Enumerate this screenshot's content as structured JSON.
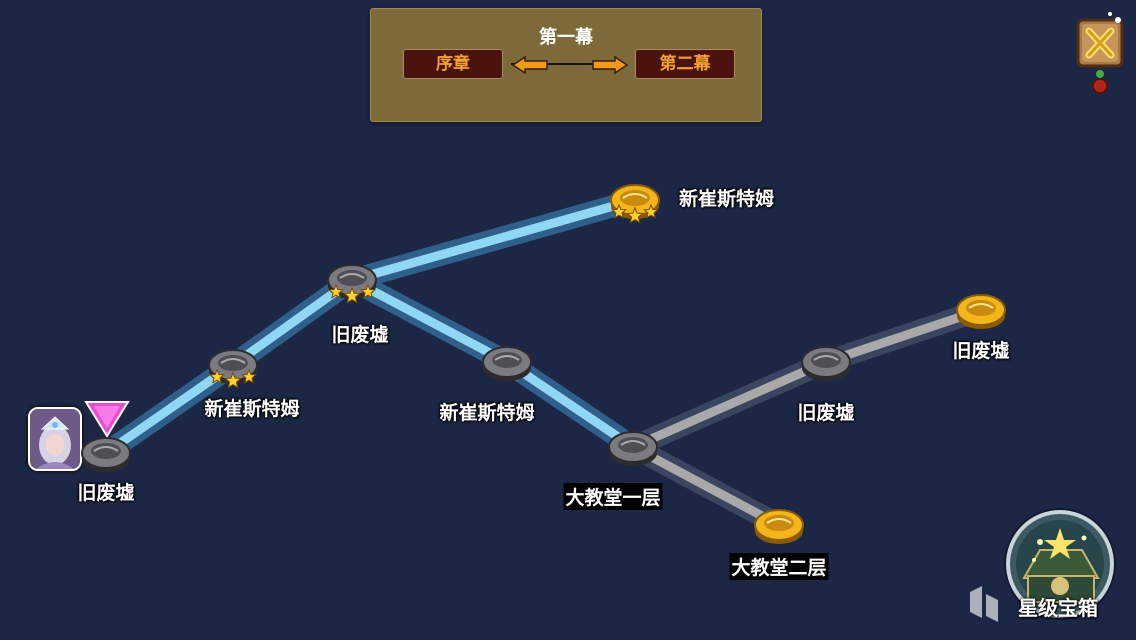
{
  "header": {
    "act_title": "第一幕",
    "prev_chapter": "序章",
    "next_chapter": "第二幕"
  },
  "stages": [
    {
      "id": "n1",
      "label": "旧废墟",
      "state": "cleared",
      "stars": 0,
      "current": true
    },
    {
      "id": "n2",
      "label": "新崔斯特姆",
      "state": "cleared",
      "stars": 3
    },
    {
      "id": "n3",
      "label": "旧废墟",
      "state": "cleared",
      "stars": 3
    },
    {
      "id": "n4",
      "label": "新崔斯特姆",
      "state": "gold",
      "stars": 3
    },
    {
      "id": "n5",
      "label": "新崔斯特姆",
      "state": "cleared",
      "stars": 0
    },
    {
      "id": "n6",
      "label": "大教堂一层",
      "state": "cleared",
      "stars": 0
    },
    {
      "id": "n7",
      "label": "旧废墟",
      "state": "locked",
      "stars": 0
    },
    {
      "id": "n8",
      "label": "旧废墟",
      "state": "gold",
      "stars": 0
    },
    {
      "id": "n9",
      "label": "大教堂二层",
      "state": "gold",
      "stars": 0
    }
  ],
  "reward_chest": {
    "label": "星级宝箱"
  },
  "colors": {
    "background": "#1b2744",
    "path_active": "#8fd7f5",
    "path_locked": "#a9a9a9",
    "header_panel": "#7c6a3a",
    "chapter_text": "#f2a02e",
    "arrow_orange": "#f29a1c",
    "marker_pink": "#e84fd0"
  }
}
